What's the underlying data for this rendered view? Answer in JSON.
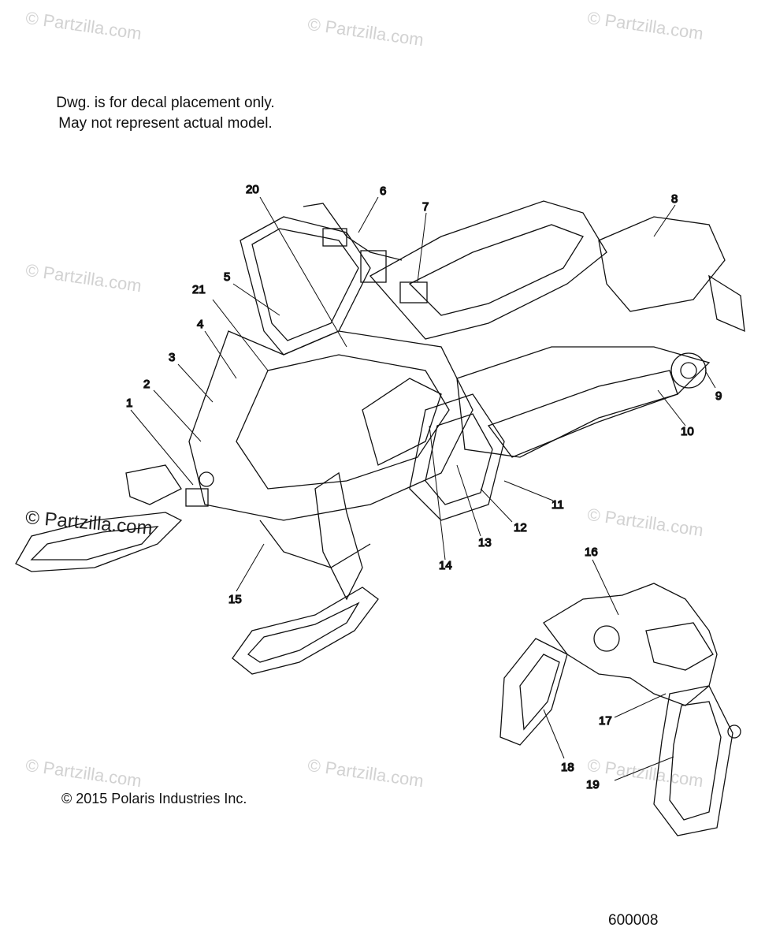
{
  "notes": {
    "line1": "Dwg. is for decal placement only.",
    "line2": "May not represent actual model."
  },
  "copyright": "© 2015 Polaris Industries Inc.",
  "drawing_id": "600008",
  "watermark": "© Partzilla.com",
  "callouts": [
    "1",
    "2",
    "3",
    "4",
    "5",
    "6",
    "7",
    "8",
    "9",
    "10",
    "11",
    "12",
    "13",
    "14",
    "15",
    "16",
    "17",
    "18",
    "19",
    "20",
    "21"
  ]
}
